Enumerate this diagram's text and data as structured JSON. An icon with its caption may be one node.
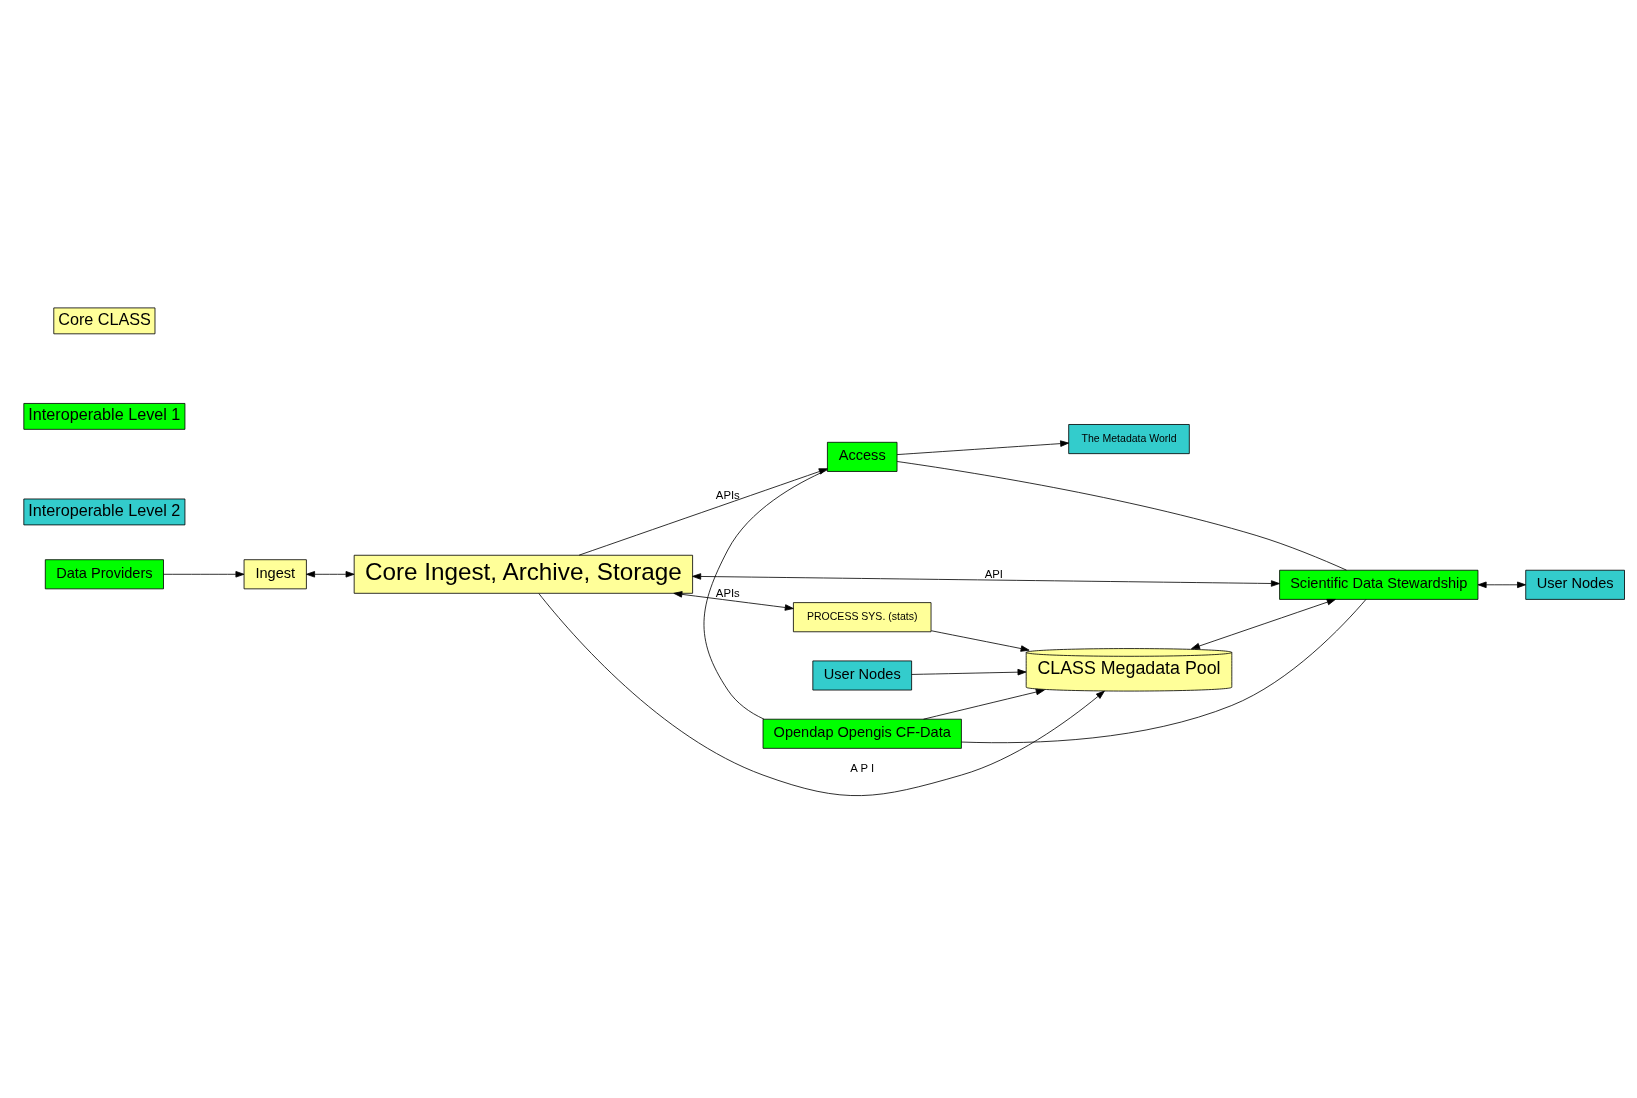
{
  "diagram": {
    "nodes": [
      {
        "text": [
          "Data Providers"
        ]
      },
      {
        "text": [
          "Ingest"
        ]
      },
      {
        "text": [
          "Access"
        ]
      },
      {
        "text": [
          "The Metadata World"
        ]
      },
      {
        "text": [
          "Core Ingest, Archive, Storage"
        ]
      },
      {
        "text": [
          "CLASS Megadata Pool"
        ]
      },
      {
        "text": [
          "PROCESS SYS. (stats)"
        ]
      },
      {
        "text": [
          "Scientific Data Stewardship"
        ]
      },
      {
        "text": [
          "Opendap Opengis CF-Data"
        ]
      },
      {
        "text": [
          "User Nodes"
        ]
      },
      {
        "text": [
          "User Nodes"
        ]
      }
    ],
    "edges": [
      {
        "from": 0,
        "to": 1,
        "arrow": "to"
      },
      {
        "from": 1,
        "to": 4,
        "arrow": "both"
      },
      {
        "from": 4,
        "to": 2,
        "arrow": "to",
        "label": "APIs"
      },
      {
        "from": 2,
        "to": 3,
        "arrow": "to"
      },
      {
        "from": 4,
        "to": 6,
        "arrow": "both",
        "label": "APIs"
      },
      {
        "from": 4,
        "to": 5,
        "arrow": "to",
        "label": "A P I"
      },
      {
        "from": 6,
        "to": 5,
        "arrow": "to"
      },
      {
        "from": 4,
        "to": 7,
        "arrow": "both",
        "label": "API"
      },
      {
        "from": 5,
        "to": 7,
        "arrow": "both"
      },
      {
        "from": 7,
        "to": 9,
        "arrow": "both"
      },
      {
        "from": 10,
        "to": 5,
        "arrow": "to"
      },
      {
        "from": 8,
        "to": 5,
        "arrow": "to"
      },
      {
        "from": 2,
        "to": 7,
        "arrow": "none"
      },
      {
        "from": 2,
        "to": 8,
        "arrow": "none"
      },
      {
        "from": 7,
        "to": 8,
        "arrow": "none"
      }
    ],
    "legend": [
      {
        "text": "Core CLASS",
        "color": "#ffff99"
      },
      {
        "text": "Interoperable Level 1",
        "color": "#00ff00"
      },
      {
        "text": "Interoperable Level 2",
        "color": "#33cccc"
      }
    ]
  }
}
